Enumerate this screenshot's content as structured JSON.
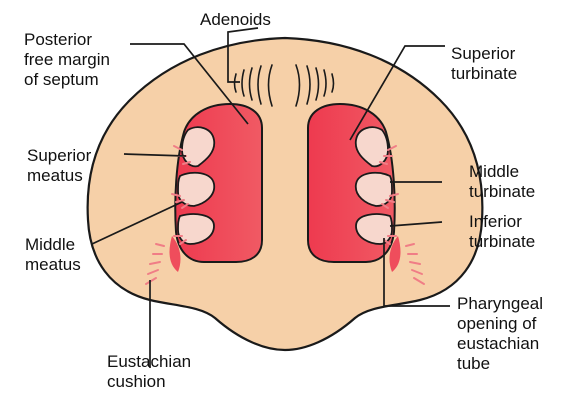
{
  "labels": {
    "adenoids": "Adenoids",
    "posterior_free_margin": "Posterior\nfree margin\nof septum",
    "superior_turbinate": "Superior\nturbinate",
    "superior_meatus": "Superior\nmeatus",
    "middle_turbinate": "Middle\nturbinate",
    "inferior_turbinate": "Inferior\nturbinate",
    "middle_meatus": "Middle\nmeatus",
    "pharyngeal_opening": "Pharyngeal\nopening of\neustachian\ntube",
    "eustachian_cushion": "Eustachian\ncushion"
  },
  "colors": {
    "nasopharynx_fill": "#f6d0a8",
    "choana_fill": "#ef3f52",
    "turbinate_fill": "#f7d7cd",
    "fold_stroke": "#f07d86",
    "outline": "#1a1a1a"
  }
}
